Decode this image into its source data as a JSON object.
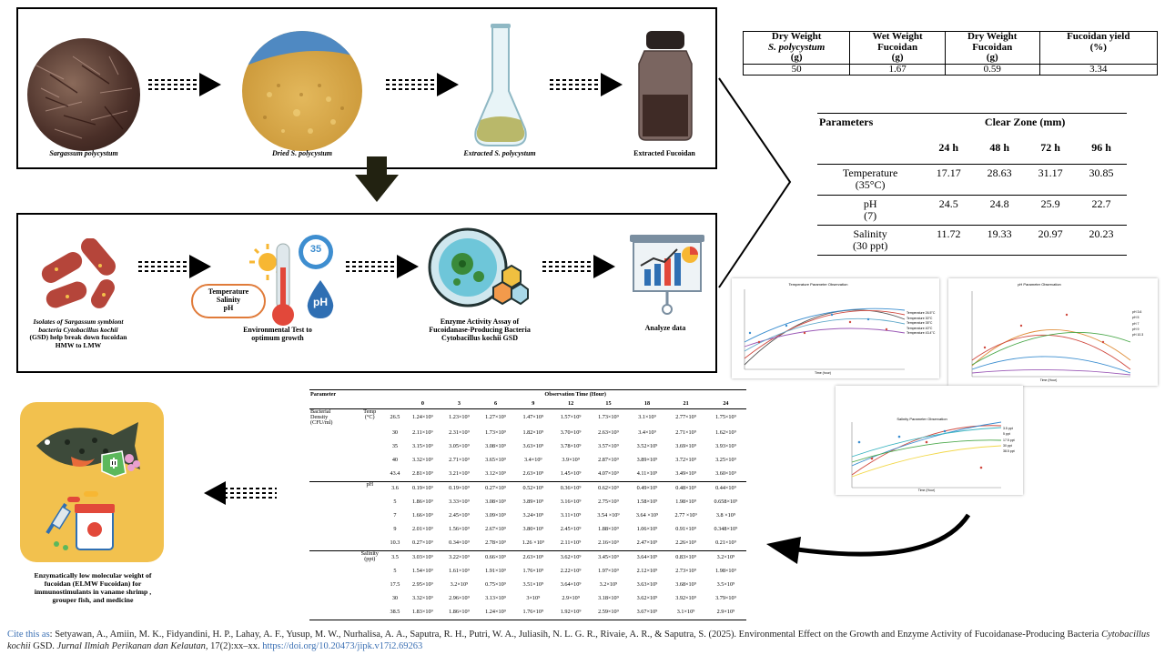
{
  "process_top": {
    "steps": [
      {
        "label": "Sargassum polycystum",
        "italic": true
      },
      {
        "label": "Dried S. polycystum",
        "italic": true
      },
      {
        "label": "Extracted S. polycystum",
        "italic": true
      },
      {
        "label": "Extracted Fucoidan",
        "italic": false
      }
    ]
  },
  "process_bottom": {
    "step1": {
      "line1": "Isolates of Sargassum symbiont",
      "line2": "bacteria Cytobacillus kochii",
      "line3": "(GSD) help break down fucoidan",
      "line4": "HMW to LMW"
    },
    "step2_pill": {
      "l1": "Temperature",
      "l2": "Salinity",
      "l3": "pH"
    },
    "step2_caption": {
      "l1": "Environmental Test to",
      "l2": "optimum growth"
    },
    "step2_badge": "35",
    "step2_drop": "pH",
    "step3": {
      "l1": "Enzyme Activity Assay of",
      "l2": "Fucoidanase-Producing Bacteria",
      "l3": "Cytobacillus kochii GSD"
    },
    "step4": "Analyze data"
  },
  "yield_table": {
    "headers": [
      {
        "l1": "Dry Weight",
        "l2": "S. polycystum",
        "l3": "(g)"
      },
      {
        "l1": "Wet Weight",
        "l2": "Fucoidan",
        "l3": "(g)"
      },
      {
        "l1": "Dry Weight",
        "l2": "Fucoidan",
        "l3": "(g)"
      },
      {
        "l1": "Fucoidan yield",
        "l2": "(%)",
        "l3": ""
      }
    ],
    "row": [
      "50",
      "1.67",
      "0.59",
      "3.34"
    ]
  },
  "clear_zone_table": {
    "param_header": "Parameters",
    "group_header": "Clear Zone (mm)",
    "times": [
      "24 h",
      "48 h",
      "72 h",
      "96 h"
    ],
    "rows": [
      {
        "l1": "Temperature",
        "l2": "(35°C)",
        "values": [
          "17.17",
          "28.63",
          "31.17",
          "30.85"
        ]
      },
      {
        "l1": "pH",
        "l2": "(7)",
        "values": [
          "24.5",
          "24.8",
          "25.9",
          "22.7"
        ]
      },
      {
        "l1": "Salinity",
        "l2": "(30 ppt)",
        "values": [
          "11.72",
          "19.33",
          "20.97",
          "20.23"
        ]
      }
    ]
  },
  "plots": {
    "temp": {
      "title": "Temperature Parameter Observation",
      "xlabel": "Time (hour)",
      "legend": [
        "Temperature 26.5°C",
        "Temperature 30°C",
        "Temperature 35°C",
        "Temperature 40°C",
        "Temperature 43.4°C"
      ]
    },
    "ph": {
      "title": "pH Parameter Observation",
      "xlabel": "Time (Hour)",
      "legend": [
        "pH 3.6",
        "pH 5",
        "pH 7",
        "pH 9",
        "pH 10.3"
      ]
    },
    "sal": {
      "title": "Salinity Parameter Observation",
      "xlabel": "Time (Hour)",
      "legend": [
        "3.5 ppt",
        "5 ppt",
        "17.5 ppt",
        "30 ppt",
        "38.5 ppt"
      ]
    }
  },
  "density_table": {
    "param_header": "Parameter",
    "obs_header": "Observation Time (Hour)",
    "times": [
      "0",
      "3",
      "6",
      "9",
      "12",
      "15",
      "18",
      "21",
      "24"
    ],
    "row_label": {
      "l1": "Bacterial",
      "l2": "Density",
      "l3": "(CFU/ml)"
    },
    "groups": [
      {
        "name": "Temp",
        "unit": "(°C)",
        "rows": [
          {
            "level": "26.5",
            "values": [
              "1.24×10⁹",
              "1.23×10⁹",
              "1.27×10⁹",
              "1.47×10⁹",
              "1.57×10⁹",
              "1.73×10⁹",
              "3.1×10⁹",
              "2.77×10⁹",
              "1.75×10⁹"
            ]
          },
          {
            "level": "30",
            "values": [
              "2.11×10⁹",
              "2.31×10⁹",
              "1.73×10⁹",
              "1.82×10⁹",
              "3.70×10⁹",
              "2.63×10⁹",
              "3.4×10⁹",
              "2.71×10⁹",
              "1.62×10⁹"
            ]
          },
          {
            "level": "35",
            "values": [
              "3.15×10⁹",
              "3.05×10⁹",
              "3.08×10⁹",
              "3.63×10⁹",
              "3.78×10⁹",
              "3.57×10⁹",
              "3.52×10⁹",
              "3.69×10⁹",
              "3.93×10⁹"
            ]
          },
          {
            "level": "40",
            "values": [
              "3.32×10⁹",
              "2.71×10⁹",
              "3.65×10⁹",
              "3.4×10⁹",
              "3.9×10⁹",
              "2.87×10⁹",
              "3.89×10⁹",
              "3.72×10⁹",
              "3.25×10⁹"
            ]
          },
          {
            "level": "43.4",
            "values": [
              "2.81×10⁹",
              "3.21×10⁹",
              "3.12×10⁹",
              "2.63×10⁹",
              "1.45×10⁹",
              "4.07×10⁹",
              "4.11×10⁹",
              "3.49×10⁹",
              "3.60×10⁹"
            ]
          }
        ]
      },
      {
        "name": "pH",
        "unit": "",
        "rows": [
          {
            "level": "3.6",
            "values": [
              "0.19×10⁹",
              "0.19×10⁹",
              "0.27×10⁹",
              "0.52×10⁹",
              "0.36×10⁹",
              "0.62×10⁹",
              "0.49×10⁹",
              "0.48×10⁹",
              "0.44×10⁹"
            ]
          },
          {
            "level": "5",
            "values": [
              "1.86×10⁹",
              "3.33×10⁹",
              "3.08×10⁹",
              "3.89×10⁹",
              "3.16×10⁹",
              "2.75×10⁹",
              "1.58×10⁹",
              "1.98×10⁹",
              "0.658×10⁹"
            ]
          },
          {
            "level": "7",
            "values": [
              "1.66×10⁹",
              "2.45×10⁹",
              "3.09×10⁹",
              "3.24×10⁹",
              "3.11×10⁹",
              "3.54 ×10⁹",
              "3.64 ×10⁹",
              "2.77 ×10⁹",
              "3.8 ×10⁹"
            ]
          },
          {
            "level": "9",
            "values": [
              "2.01×10⁹",
              "1.56×10⁹",
              "2.67×10⁹",
              "3.80×10⁹",
              "2.45×10⁹",
              "1.88×10⁹",
              "1.06×10⁹",
              "0.91×10⁹",
              "0.348×10⁹"
            ]
          },
          {
            "level": "10.3",
            "values": [
              "0.27×10⁹",
              "0.34×10⁹",
              "2.78×10⁹",
              "1.26 ×10⁹",
              "2.11×10⁹",
              "2.16×10⁹",
              "2.47×10⁹",
              "2.26×10⁹",
              "0.21×10⁹"
            ]
          }
        ]
      },
      {
        "name": "Salinity",
        "unit": "(ppt)",
        "rows": [
          {
            "level": "3.5",
            "values": [
              "3.03×10⁹",
              "3.22×10⁹",
              "0.66×10⁹",
              "2.63×10⁹",
              "3.62×10⁹",
              "3.45×10⁹",
              "3.64×10⁹",
              "0.83×10⁹",
              "3.2×10⁹"
            ]
          },
          {
            "level": "5",
            "values": [
              "1.54×10⁹",
              "1.61×10⁹",
              "1.91×10⁹",
              "1.76×10⁹",
              "2.22×10⁹",
              "1.97×10⁹",
              "2.12×10⁹",
              "2.73×10⁹",
              "1.98×10⁹"
            ]
          },
          {
            "level": "17.5",
            "values": [
              "2.95×10⁹",
              "3.2×10⁹",
              "0.75×10⁹",
              "3.51×10⁹",
              "3.64×10⁹",
              "3.2×10⁹",
              "3.63×10⁹",
              "3.68×10⁹",
              "3.5×10⁹"
            ]
          },
          {
            "level": "30",
            "values": [
              "3.32×10⁹",
              "2.96×10⁹",
              "3.13×10⁹",
              "3×10⁹",
              "2.9×10⁹",
              "3.18×10⁹",
              "3.62×10⁹",
              "3.92×10⁹",
              "3.79×10⁹"
            ]
          },
          {
            "level": "38.5",
            "values": [
              "1.83×10⁹",
              "1.86×10⁹",
              "1.24×10⁹",
              "1.76×10⁹",
              "1.92×10⁹",
              "2.59×10⁹",
              "3.67×10⁹",
              "3.1×10⁹",
              "2.9×10⁹"
            ]
          }
        ]
      }
    ]
  },
  "outcome": {
    "l1": "Enzymatically low molecular weight of",
    "l2": "fucoidan (ELMW Fucoidan) for",
    "l3": "immunostimulants in vaname shrimp ,",
    "l4": "grouper fish, and medicine"
  },
  "citation": {
    "lead": "Cite this as",
    "text1": ": Setyawan, A., Amiin, M. K., Fidyandini, H. P., Lahay, A. F., Yusup, M. W., Nurhalisa, A. A., Saputra, R. H., Putri, W. A., Juliasih, N. L. G. R., Rivaie, A. R., & Saputra, S.  (2025). Environmental Effect on the Growth and Enzyme Activity of Fucoidanase-Producing Bacteria ",
    "species": "Cytobacillus kochii",
    "text2": " GSD. ",
    "journal": "Jurnal Ilmiah Perikanan dan Kelautan,",
    "text3": " 17(2):xx–xx. ",
    "doi": "https://doi.org/10.20473/jipk.v17i2.69263"
  },
  "colors": {
    "border": "#000000",
    "link": "#3a6fb3",
    "outcome_bg": "#f2c14e",
    "bacteria": "#b5453a"
  }
}
